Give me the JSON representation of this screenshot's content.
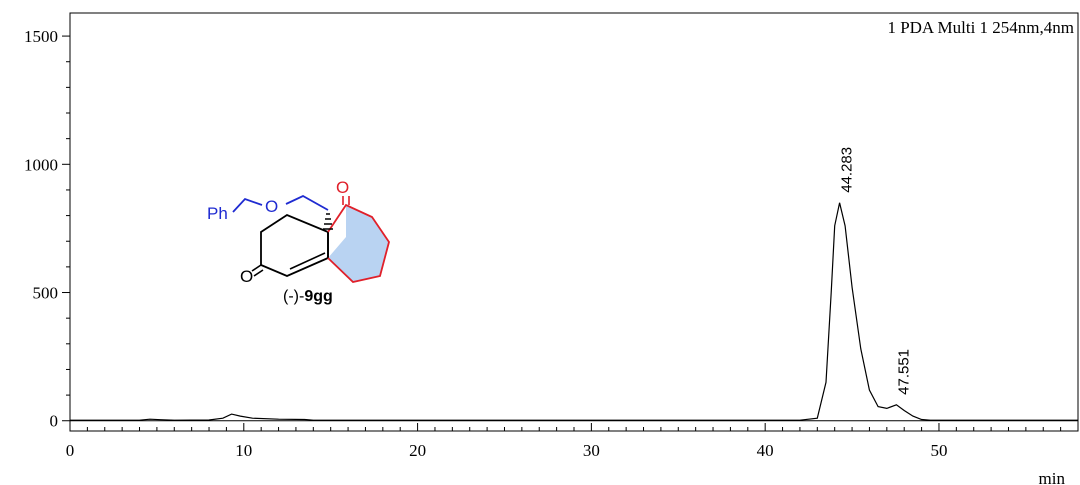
{
  "chart_data": {
    "type": "line",
    "detector_label": "1 PDA Multi 1 254nm,4nm",
    "x_unit": "min",
    "xlim": [
      0,
      58
    ],
    "ylim": [
      -40,
      1590
    ],
    "x_ticks": [
      0,
      10,
      20,
      30,
      40,
      50
    ],
    "y_ticks": [
      0,
      500,
      1000,
      1500
    ],
    "peaks": [
      {
        "label": "44.283",
        "x": 44.283,
        "y": 850
      },
      {
        "label": "47.551",
        "x": 47.551,
        "y": 62
      }
    ],
    "series": [
      {
        "x": [
          0,
          4,
          4.6,
          5.2,
          6,
          8,
          8.8,
          9.3,
          9.8,
          10.5,
          12,
          13.5,
          14,
          20,
          30,
          42,
          43,
          43.5,
          43.8,
          44,
          44.283,
          44.6,
          45,
          45.5,
          46,
          46.5,
          47,
          47.551,
          48,
          48.5,
          49,
          49.5,
          58
        ],
        "y": [
          2,
          2,
          6,
          4,
          2,
          3,
          10,
          26,
          18,
          10,
          6,
          5,
          2,
          2,
          2,
          2,
          10,
          150,
          500,
          760,
          850,
          760,
          520,
          280,
          120,
          55,
          48,
          62,
          40,
          18,
          5,
          2,
          2
        ]
      }
    ]
  },
  "molecule": {
    "ph_label": "Ph",
    "o_ether_label": "O",
    "o_ketone_top_label": "O",
    "o_enone_label": "O",
    "compound_prefix": "(-)-",
    "compound_name": "9gg",
    "colors": {
      "blue": "#1f2bd1",
      "red": "#e0202a",
      "ring_fill": "#b9d3f2",
      "black": "#000000"
    }
  }
}
